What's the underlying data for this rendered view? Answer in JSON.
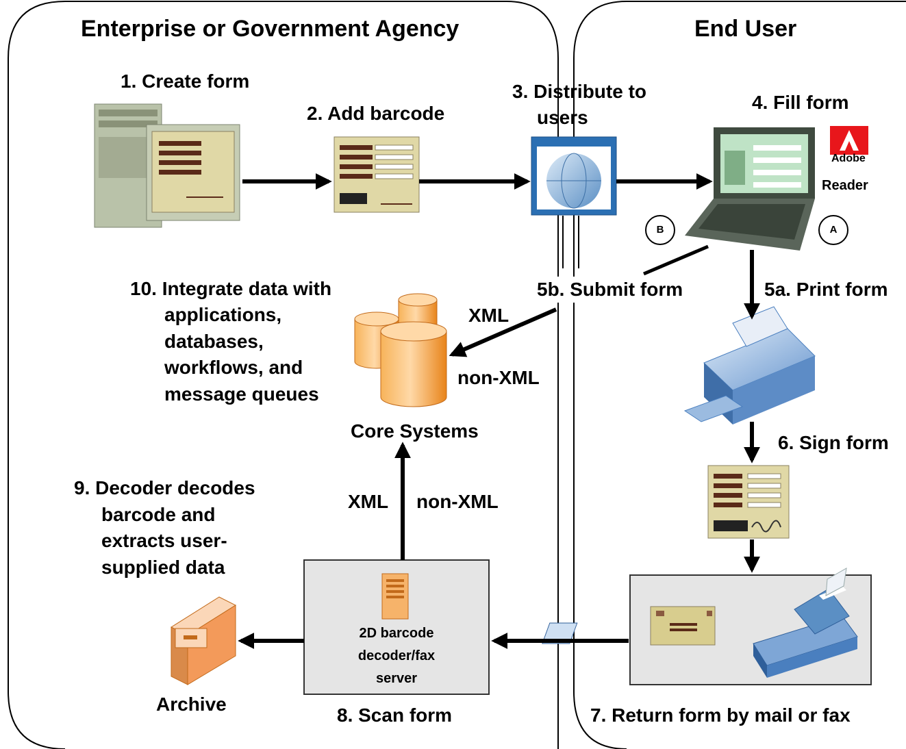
{
  "panels": {
    "enterprise_title": "Enterprise or Government Agency",
    "end_user_title": "End User"
  },
  "steps": {
    "s1": "1. Create form",
    "s2": "2. Add barcode",
    "s3_line1": "3. Distribute to",
    "s3_line2": "users",
    "s4": "4. Fill form",
    "s5a": "5a. Print form",
    "s5b": "5b. Submit  form",
    "s6": "6. Sign form",
    "s7": "7. Return form by mail or fax",
    "s8": "8. Scan form",
    "s9_lines": [
      "9. Decoder decodes",
      "barcode and",
      "extracts user-",
      "supplied data"
    ],
    "s10_lines": [
      "10. Integrate data with",
      "applications,",
      "databases,",
      "workflows, and",
      "message queues"
    ]
  },
  "labels": {
    "core_systems": "Core Systems",
    "archive": "Archive",
    "decoder_server_lines": [
      "2D barcode",
      "decoder/fax",
      "server"
    ],
    "xml_submit": "XML",
    "non_xml_submit": "non-XML",
    "xml_decoder": "XML",
    "non_xml_decoder": "non-XML",
    "adobe_word": "Adobe",
    "adobe_reader": "Reader",
    "www": "WWW",
    "marker_a": "A",
    "marker_b": "B"
  },
  "colors": {
    "form_paper": "#e0d8a6",
    "form_lines": "#5a2a18",
    "core_orange": "#f39a2a",
    "adobe_red": "#e8161b",
    "www_blue": "#2b6fb3",
    "printer_blue": "#4a7fbf",
    "decoder_box": "#e5e5e5"
  },
  "icons": {
    "server": "server-computer-icon",
    "form": "barcode-form-icon",
    "web": "www-globe-icon",
    "laptop": "laptop-icon",
    "adobe": "adobe-logo-icon",
    "printer": "printer-icon",
    "signed_form": "signed-form-icon",
    "envelope": "envelope-icon",
    "fax": "fax-machine-icon",
    "decoder": "decoder-server-icon",
    "core": "database-cylinders-icon",
    "archive": "filing-cabinet-icon"
  }
}
